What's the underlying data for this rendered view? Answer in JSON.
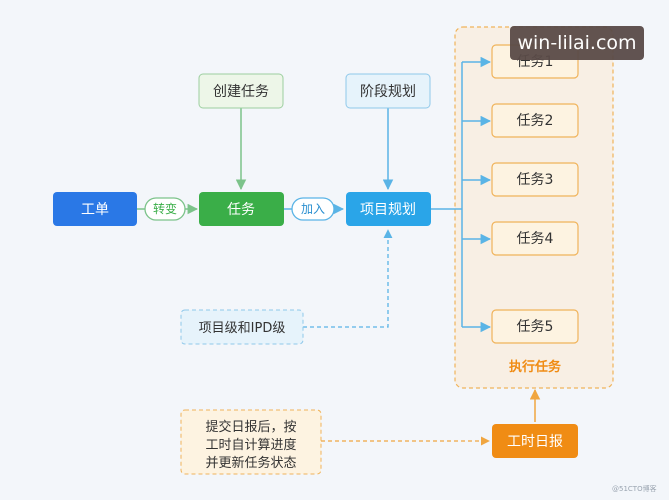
{
  "nodes": {
    "work_order": "工单",
    "create_task": "创建任务",
    "task": "任务",
    "stage_plan": "阶段规划",
    "project_plan": "项目规划",
    "project_level": "项目级和IPD级",
    "task1": "任务1",
    "task2": "任务2",
    "task3": "任务3",
    "task4": "任务4",
    "task5": "任务5",
    "execute_group": "执行任务",
    "daily_report": "工时日报",
    "report_note_line1": "提交日报后，按",
    "report_note_line2": "工时自计算进度",
    "report_note_line3": "并更新任务状态"
  },
  "edges": {
    "convert": "转变",
    "join": "加入"
  },
  "watermark": "win-lilai.com",
  "credit": "@51CTO博客",
  "colors": {
    "blue": "#2a78e6",
    "green": "#3aae48",
    "sky": "#2aa5e8",
    "orange": "#f08c14",
    "task_border": "#f0b35a",
    "task_fill": "#fdf3e1",
    "light_green_fill": "#edf6e8",
    "light_blue_fill": "#e6f3fb",
    "group_fill": "#f8efe4"
  }
}
